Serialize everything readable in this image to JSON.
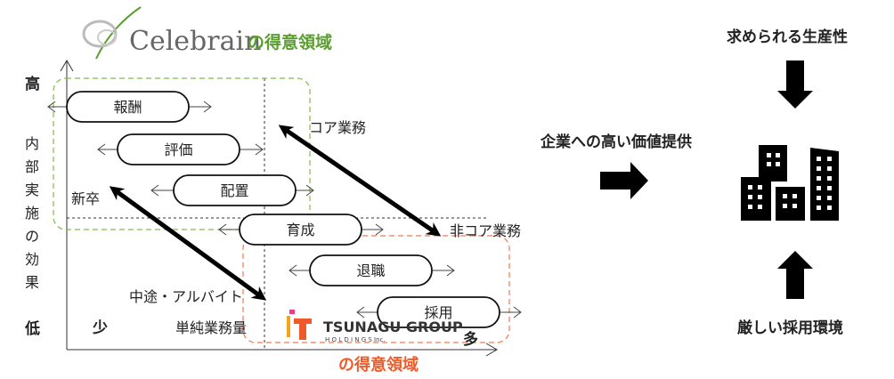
{
  "colors": {
    "celebrain_green": "#5a9e2f",
    "tsunagu_orange": "#f05a28",
    "green_box": "#7cbf4a",
    "orange_box": "#f07a50"
  },
  "celebrain": {
    "brand": "Celebrain",
    "suffix": "の得意領域"
  },
  "tsunagu": {
    "brand": "TSUNAGU GROUP",
    "sub": "H O L D I N G S Inc.",
    "suffix": "の得意領域"
  },
  "axes": {
    "y_high": "高",
    "y_low": "低",
    "y_label": [
      "内",
      "部",
      "実",
      "施",
      "の",
      "効",
      "果"
    ],
    "x_low": "少",
    "x_label": "単純業務量",
    "x_high": "多"
  },
  "pills": [
    "報酬",
    "評価",
    "配置",
    "育成",
    "退職",
    "採用"
  ],
  "arrows": {
    "new_grad": "新卒",
    "midcareer": "中途・アルバイト",
    "core": "コア業務",
    "noncore": "非コア業務"
  },
  "right": {
    "value_label": "企業への高い価値提供",
    "productivity": "求められる生産性",
    "hiring_env": "厳しい採用環境"
  },
  "icons": [
    "right-arrow-icon",
    "down-arrow-icon",
    "up-arrow-icon",
    "buildings-icon"
  ]
}
